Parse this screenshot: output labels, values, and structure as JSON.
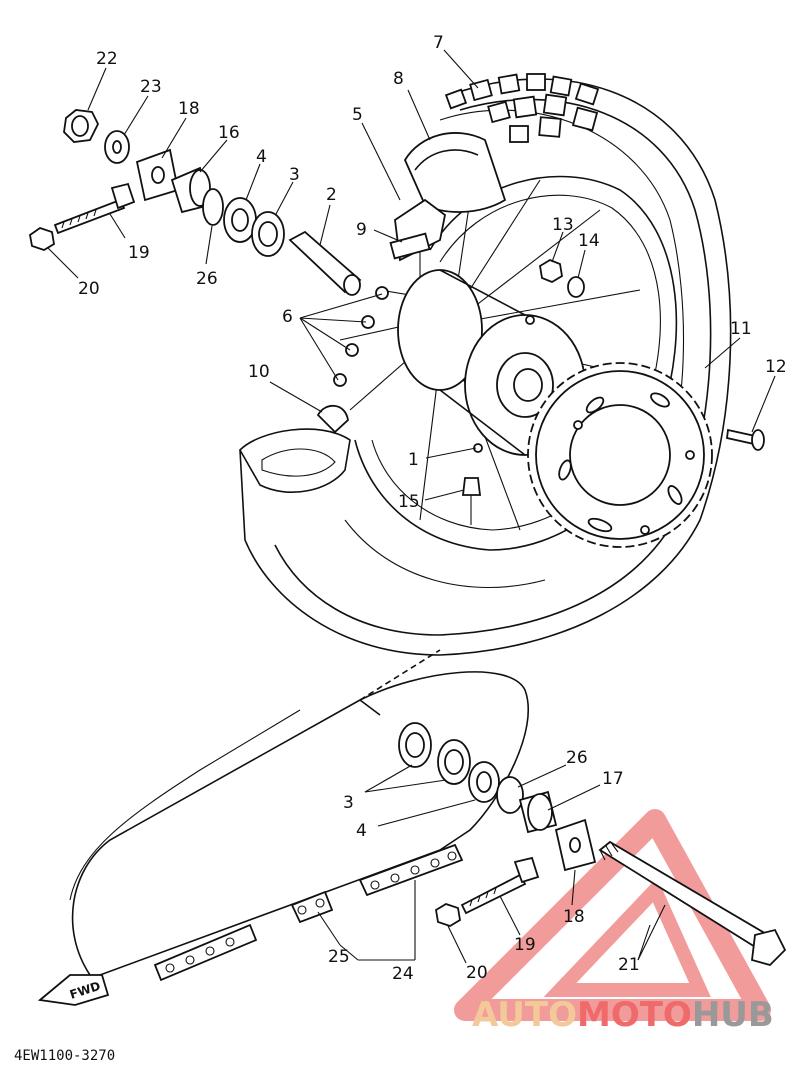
{
  "diagram_code": "4EW1100-3270",
  "fwd_label": "FWD",
  "watermark": {
    "part1": "AUTO",
    "part2": "MOTO",
    "part3": "HUB",
    "color1": "#f3c999",
    "color2": "#ef6a6a",
    "color3": "#999999"
  },
  "callouts": {
    "c1": "1",
    "c2": "2",
    "c3_top": "3",
    "c3_bot": "3",
    "c4_top": "4",
    "c4_bot": "4",
    "c5": "5",
    "c6": "6",
    "c7": "7",
    "c8": "8",
    "c9": "9",
    "c10": "10",
    "c11": "11",
    "c12": "12",
    "c13": "13",
    "c14": "14",
    "c15": "15",
    "c16": "16",
    "c17": "17",
    "c18_top": "18",
    "c18_bot": "18",
    "c19_top": "19",
    "c19_bot": "19",
    "c20_top": "20",
    "c20_bot": "20",
    "c21": "21",
    "c22": "22",
    "c23": "23",
    "c24": "24",
    "c25": "25",
    "c26_top": "26",
    "c26_bot": "26"
  }
}
